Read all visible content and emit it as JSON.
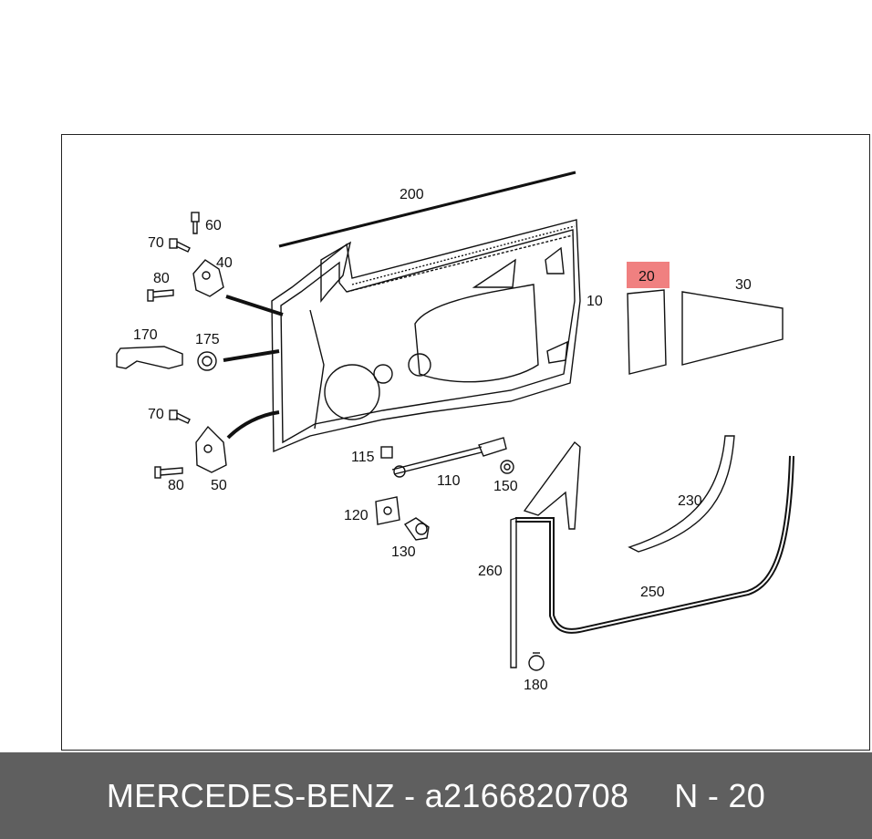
{
  "diagram": {
    "highlight_color": "#f08080",
    "highlighted_part": "20",
    "callouts": {
      "p10": "10",
      "p20": "20",
      "p30": "30",
      "p40": "40",
      "p50": "50",
      "p60": "60",
      "p70a": "70",
      "p70b": "70",
      "p80a": "80",
      "p80b": "80",
      "p110": "110",
      "p115": "115",
      "p120": "120",
      "p130": "130",
      "p150": "150",
      "p170": "170",
      "p175": "175",
      "p180": "180",
      "p200": "200",
      "p230": "230",
      "p250": "250",
      "p260": "260"
    }
  },
  "footer": {
    "brand": "MERCEDES-BENZ",
    "separator": "-",
    "part_number": "a2166820708",
    "position": "N - 20"
  }
}
